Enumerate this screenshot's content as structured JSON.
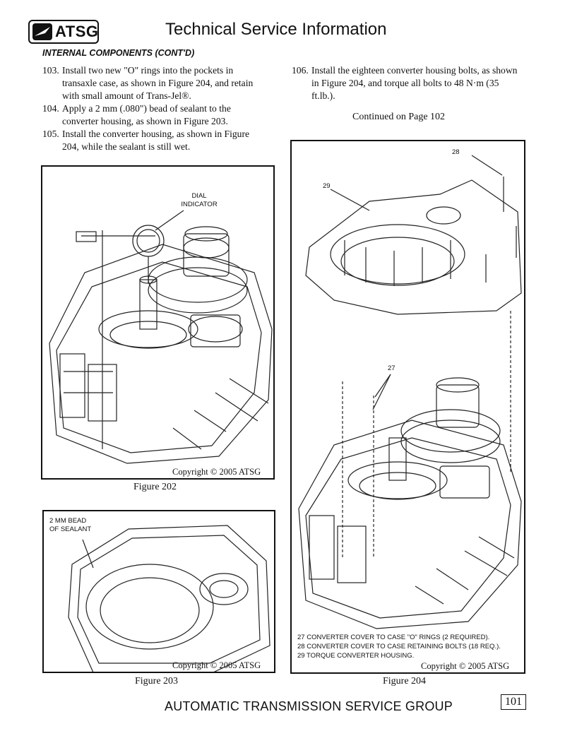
{
  "header": {
    "logo_text": "ATSG",
    "title": "Technical Service Information"
  },
  "section_heading": "INTERNAL COMPONENTS (CONT'D)",
  "steps_left": [
    {
      "num": "103.",
      "text": "Install two new \"O\" rings into the pockets in transaxle case, as shown in Figure 204, and retain with small amount of Trans-Jel®."
    },
    {
      "num": "104.",
      "text": "Apply a 2 mm (.080\") bead of sealant to the converter housing, as shown in Figure 203."
    },
    {
      "num": "105.",
      "text": "Install the converter housing, as shown in Figure 204, while the sealant is still wet."
    }
  ],
  "steps_right": [
    {
      "num": "106.",
      "text": "Install the eighteen converter housing bolts, as shown in Figure 204, and torque all bolts to 48 N·m (35 ft.lb.)."
    }
  ],
  "continued": "Continued on Page 102",
  "figures": {
    "fig202": {
      "caption": "Figure 202",
      "copyright": "Copyright © 2005 ATSG",
      "callout_line1": "DIAL",
      "callout_line2": "INDICATOR"
    },
    "fig203": {
      "caption": "Figure 203",
      "copyright": "Copyright © 2005 ATSG",
      "callout_line1": "2 MM BEAD",
      "callout_line2": "OF SEALANT"
    },
    "fig204": {
      "caption": "Figure 204",
      "copyright": "Copyright © 2005 ATSG",
      "label_28": "28",
      "label_29": "29",
      "label_27": "27",
      "legend": [
        "27  CONVERTER COVER TO CASE \"O\" RINGS  (2 REQUIRED).",
        "28  CONVERTER COVER TO CASE RETAINING BOLTS  (18 REQ.).",
        "29  TORQUE CONVERTER HOUSING."
      ]
    }
  },
  "footer": {
    "text": "AUTOMATIC TRANSMISSION SERVICE GROUP",
    "page_number": "101"
  }
}
